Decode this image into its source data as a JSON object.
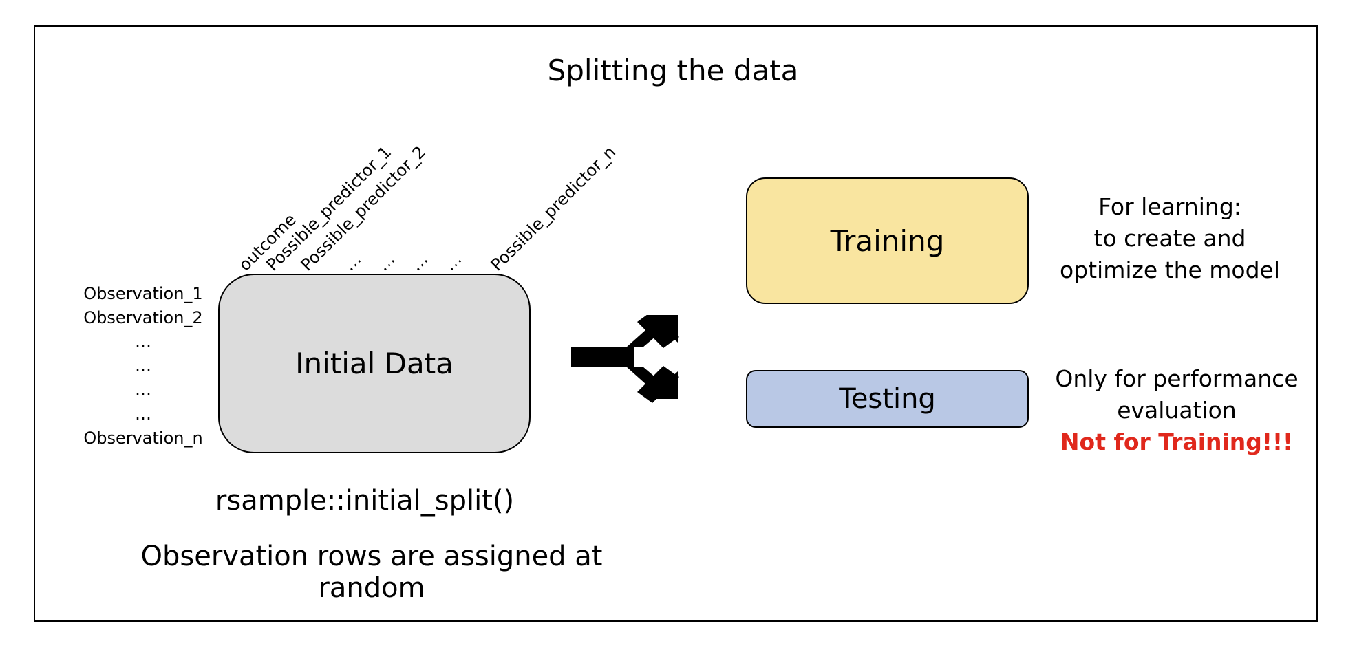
{
  "title": "Splitting the data",
  "columns": [
    "outcome",
    "Possible_predictor_1",
    "Possible_predictor_2",
    "…",
    "…",
    "…",
    "…",
    "Possible_predictor_n"
  ],
  "rows": [
    "Observation_1",
    "Observation_2",
    "…",
    "…",
    "…",
    "…",
    "Observation_n"
  ],
  "initial_box_label": "Initial Data",
  "function_label": "rsample::initial_split()",
  "random_note": "Observation rows are assigned at random",
  "training": {
    "label": "Training",
    "description": [
      "For learning:",
      "to create and",
      "optimize the model"
    ]
  },
  "testing": {
    "label": "Testing",
    "description": [
      "Only for performance",
      "evaluation"
    ],
    "warning": "Not for Training!!!"
  },
  "colors": {
    "initial_box": "#dcdcdc",
    "training_box": "#f9e5a0",
    "testing_box": "#b9c8e5",
    "warning_text": "#e0281c"
  }
}
